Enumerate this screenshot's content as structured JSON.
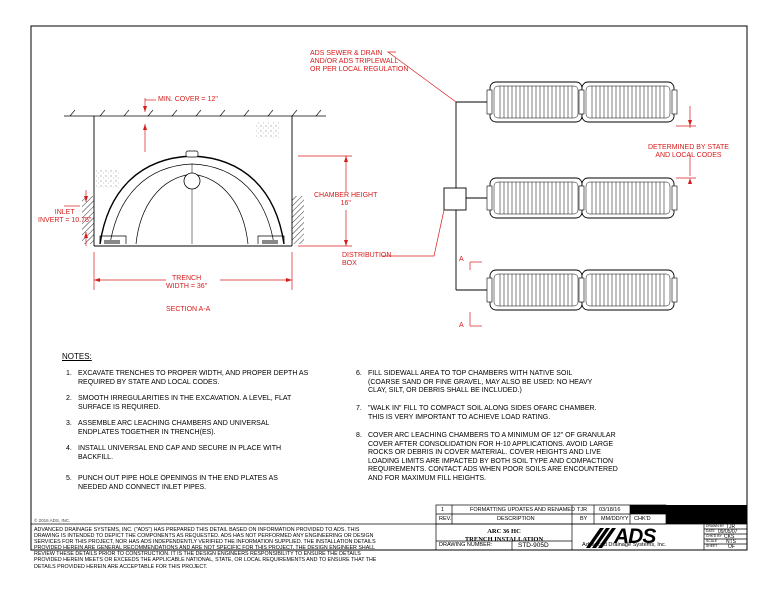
{
  "drawing": {
    "section_label": "SECTION A-A",
    "min_cover": "MIN. COVER = 12\"",
    "inlet_invert": "INLET\nINVERT = 10.75\"",
    "chamber_height": "CHAMBER HEIGHT\n16\"",
    "trench_width": "TRENCH\nWIDTH = 36\"",
    "pipe_callout": "ADS SEWER & DRAIN\nAND/OR ADS TRIPLEWALL\nOR PER LOCAL REGULATION",
    "determined_by": "DETERMINED BY STATE\nAND LOCAL CODES",
    "distribution_box": "DISTRIBUTION\nBOX",
    "section_marker_top": "A",
    "section_marker_bottom": "A"
  },
  "notes": {
    "title": "NOTES:",
    "items": [
      {
        "num": "1.",
        "text": "EXCAVATE TRENCHES TO PROPER WIDTH, AND PROPER DEPTH AS\nREQUIRED BY STATE AND LOCAL CODES."
      },
      {
        "num": "2.",
        "text": "SMOOTH IRREGULARITIES IN THE EXCAVATION.  A LEVEL, FLAT\nSURFACE IS REQUIRED."
      },
      {
        "num": "3.",
        "text": "ASSEMBLE ARC LEACHING CHAMBERS AND UNIVERSAL\nENDPLATES TOGETHER IN TRENCH(ES)."
      },
      {
        "num": "4.",
        "text": "INSTALL UNIVERSAL END CAP AND SECURE IN PLACE WITH\nBACKFILL."
      },
      {
        "num": "5.",
        "text": "PUNCH OUT PIPE HOLE OPENINGS IN THE END PLATES AS\nNEEDED AND CONNECT INLET PIPES."
      },
      {
        "num": "6.",
        "text": "FILL SIDEWALL AREA TO TOP CHAMBERS WITH NATIVE SOIL\n(COARSE SAND OR FINE GRAVEL, MAY ALSO BE USED:  NO HEAVY\nCLAY, SILT, OR DEBRIS SHALL BE INCLUDED.)"
      },
      {
        "num": "7.",
        "text": "\"WALK IN\" FILL TO COMPACT SOIL ALONG SIDES OFARC CHAMBER.\nTHIS IS VERY IMPORTANT TO ACHIEVE LOAD RATING."
      },
      {
        "num": "8.",
        "text": "COVER ARC LEACHING CHAMBERS TO A MINIMUM OF 12\" OF GRANULAR\nCOVER AFTER CONSOLIDATION FOR H-10 APPLICATIONS. AVOID LARGE\nROCKS OR DEBRIS IN COVER MATERIAL.  COVER HEIGHTS AND LIVE\nLOADING LIMITS ARE IMPACTED BY BOTH SOIL TYPE AND COMPACTION\nREQUIREMENTS. CONTACT ADS WHEN POOR SOILS ARE ENCOUNTERED\nAND FOR MAXIMUM FILL HEIGHTS."
      }
    ]
  },
  "revision_table": {
    "row": {
      "rev": "1",
      "description": "FORMATTING UPDATES AND RENAMED",
      "by": "TJR",
      "date": "03/18/16"
    },
    "headers": {
      "rev": "REV.",
      "description": "DESCRIPTION",
      "by": "BY",
      "date": "MM/DD/YY",
      "chkd": "CHK'D"
    }
  },
  "copyright": "© 2016 ADS, INC.",
  "disclaimer": "ADVANCED DRAINAGE SYSTEMS, INC. (\"ADS\") HAS PREPARED THIS DETAIL BASED ON INFORMATION PROVIDED TO ADS. THIS\nDRAWING IS INTENDED TO DEPICT THE COMPONENTS AS REQUESTED.  ADS HAS NOT PERFORMED ANY ENGINEERING OR DESIGN\nSERVICES FOR THIS PROJECT, NOR HAS ADS INDEPENDENTLY VERIFIED THE INFORMATION SUPPLIED.  THE INSTALLATION DETAILS\nPROVIDED HEREIN ARE GENERAL RECOMMENDATIONS AND ARE NOT SPECIFIC FOR THIS PROJECT.  THE DESIGN ENGINEER SHALL\nREVIEW THESE DETAILS PRIOR TO CONSTRUCTION.  IT IS THE DESIGN ENGINEERS RESPONSIBILITY TO ENSURE THE DETAILS\nPROVIDED HEREIN MEETS OR EXCEEDS THE APPLICABLE NATIONAL, STATE, OR LOCAL REQUIREMENTS AND TO ENSURE THAT THE\nDETAILS PROVIDED HEREIN ARE ACCEPTABLE FOR THIS PROJECT.",
  "title_block": {
    "title_line1": "ARC 36 HC",
    "title_line2": "TRENCH INSTALLATION",
    "drawing_number_label": "DRAWING NUMBER:",
    "drawing_number": "STD-905D",
    "logo_text": "ADS",
    "company": "Advanced Drainage Systems, Inc.",
    "drawn_by_label": "DRAWN BY",
    "drawn_by": "TJR",
    "date_label": "DATE",
    "date": "09/05/07",
    "checked_label": "CHK'D BY",
    "checked": "CKS",
    "scale_label": "SCALE",
    "scale": "NTS",
    "sheet_label": "SHEET",
    "sheet": "OF"
  },
  "colors": {
    "dimension": "#d81b1b",
    "line": "#000000"
  }
}
